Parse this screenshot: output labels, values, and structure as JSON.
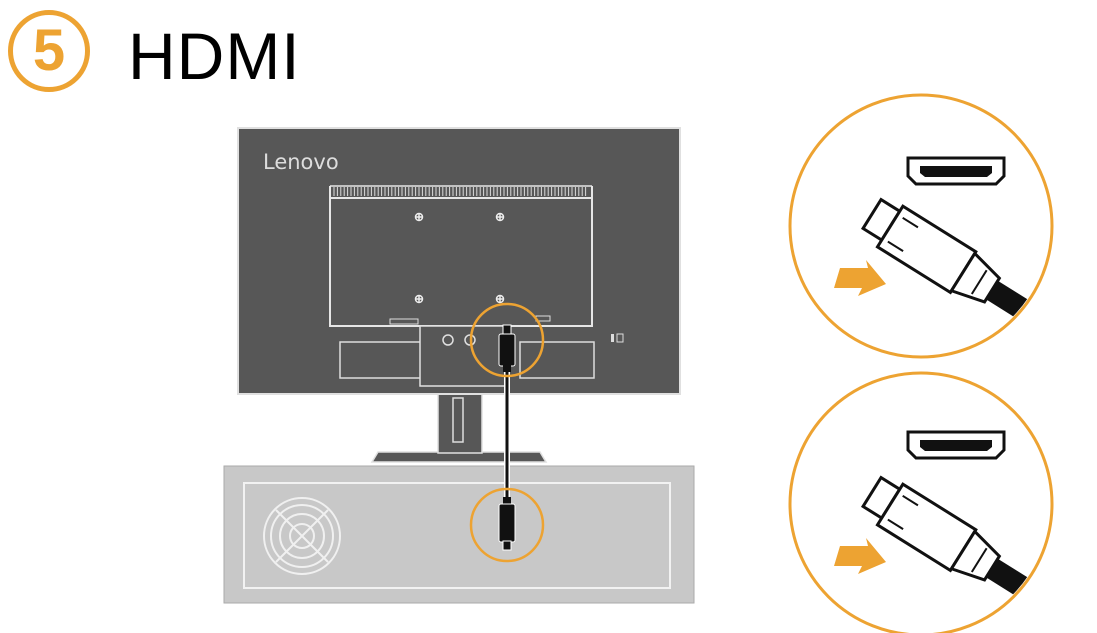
{
  "step": {
    "number": "5",
    "title": "HDMI"
  },
  "monitor": {
    "brand": "Lenovo"
  },
  "colors": {
    "accent": "#eda332",
    "monitor_body": "#575757",
    "pc_body": "#c8c8c8",
    "cable": "#111111"
  },
  "icons": {
    "insert_arrow": "arrow-right-icon",
    "hdmi_port": "hdmi-port-icon",
    "hdmi_plug": "hdmi-plug-icon",
    "fan": "fan-grille-icon"
  }
}
